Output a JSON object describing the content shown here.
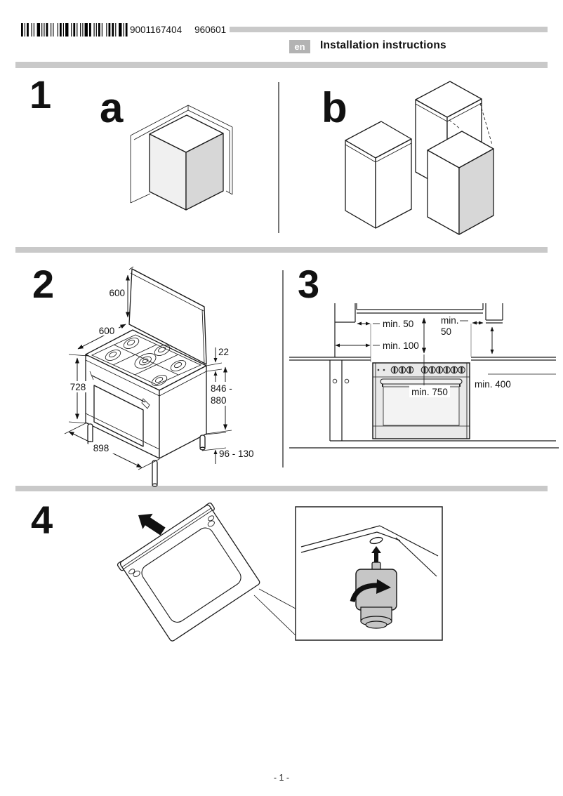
{
  "header": {
    "barcode_number": "9001167404",
    "batch_code": "960601",
    "lang": "en",
    "title": "Installation instructions"
  },
  "footer": {
    "page_number": "- 1 -"
  },
  "sections": {
    "s1": {
      "number": "1",
      "label_a": "a",
      "label_b": "b"
    },
    "s2": {
      "number": "2",
      "dim_lid_height": "600",
      "dim_depth": "600",
      "dim_hob_rim": "22",
      "dim_body_height": "728",
      "dim_total_height_line1": "846 -",
      "dim_total_height_line2": "880",
      "dim_width": "898",
      "dim_feet_height": "96 - 130"
    },
    "s3": {
      "number": "3",
      "dim_side_left": "min. 50",
      "dim_side_right_line1": "min.",
      "dim_side_right_line2": "50",
      "dim_rear_wall": "min. 100",
      "dim_side_cabinet": "min. 400",
      "dim_hood_height": "min. 750"
    },
    "s4": {
      "number": "4"
    }
  },
  "barcode_pattern": [
    2,
    1,
    1,
    1,
    2,
    2,
    1,
    1,
    1,
    2,
    3,
    1,
    1,
    1,
    1,
    1,
    2,
    2,
    1,
    1,
    1,
    3,
    1,
    1,
    2,
    1,
    1,
    1,
    3,
    2,
    1,
    1,
    2,
    1,
    1,
    2,
    1,
    1,
    1,
    1,
    3,
    1,
    2,
    2,
    1,
    1,
    1,
    1,
    2,
    1,
    1,
    3,
    1,
    1,
    2,
    1,
    2,
    1,
    1,
    2,
    3,
    1,
    1,
    1,
    2
  ],
  "colors": {
    "bar_gray": "#c9c9c9",
    "badge_gray": "#b3b3b3",
    "box_side_gray": "#d7d7d7",
    "box_front_gray": "#f0f0f0",
    "panel_gray": "#e9e9e9",
    "foot_gray": "#c6c6c6"
  }
}
